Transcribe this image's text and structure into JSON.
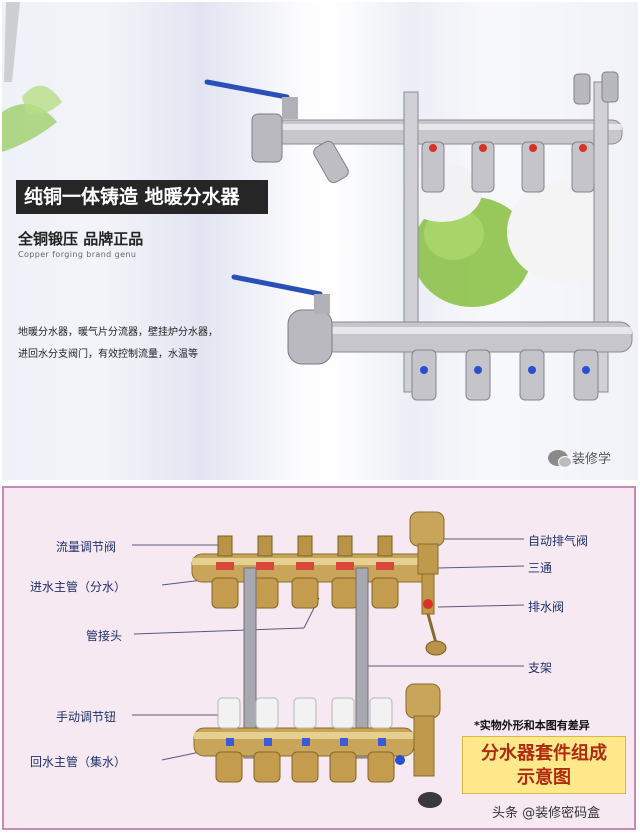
{
  "banner": {
    "title": "纯铜一体铸造 地暖分水器",
    "subtitle": "全铜锻压 品牌正品",
    "subtitle_en": "Copper forging brand genu",
    "desc_line1": "地暖分水器，暖气片分流器，壁挂炉分水器，",
    "desc_line2": "进回水分支阀门，有效控制流量，水温等",
    "watermark": "装修学"
  },
  "diagram": {
    "labels": {
      "flow_valve": "流量调节阀",
      "supply_main": "进水主管（分水）",
      "pipe_joint": "管接头",
      "manual_knob": "手动调节钮",
      "return_main": "回水主管（集水）",
      "auto_vent": "自动排气阀",
      "tee": "三通",
      "drain": "排水阀",
      "bracket": "支架"
    },
    "note": "*实物外形和本图有差异",
    "kit_title_line1": "分水器套件组成",
    "kit_title_line2": "示意图",
    "credit": "头条 @装修密码盒"
  }
}
